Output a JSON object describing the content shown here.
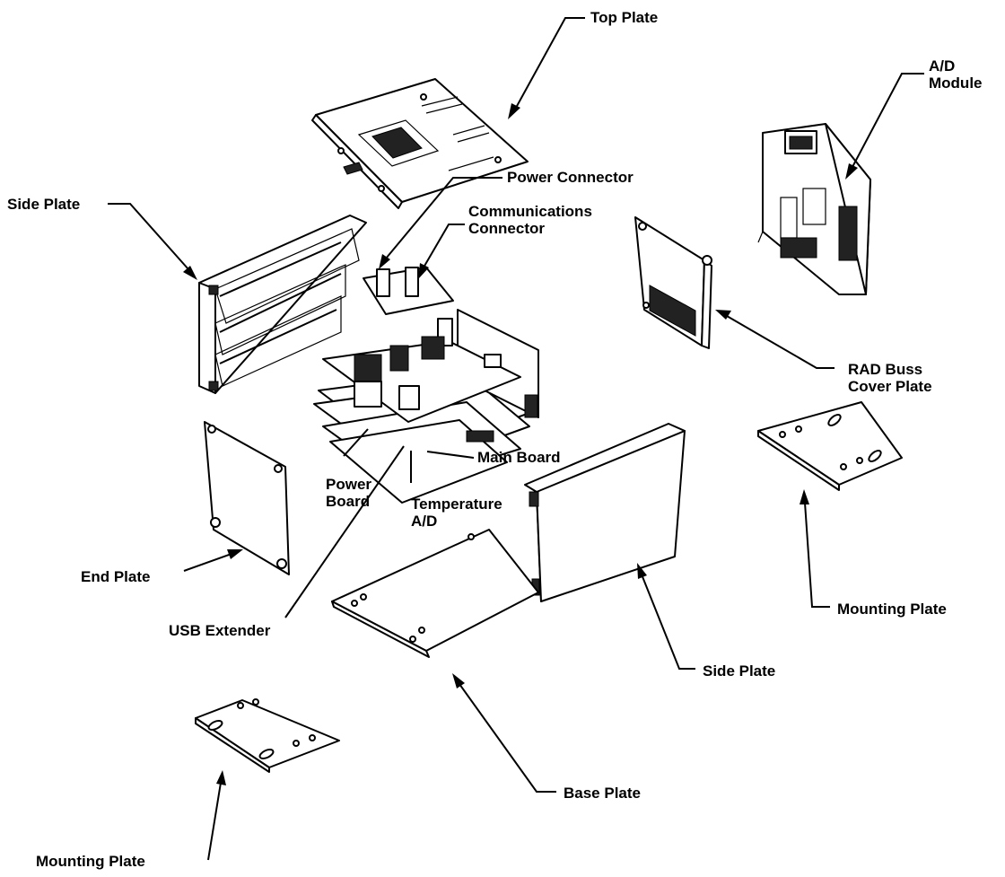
{
  "labels": {
    "top_plate": "Top Plate",
    "ad_module": "A/D\nModule",
    "power_connector": "Power Connector",
    "communications_connector": "Communications\nConnector",
    "side_plate_left": "Side Plate",
    "rad_buss_cover_plate": "RAD Buss\nCover Plate",
    "main_board": "Main Board",
    "power_board": "Power\nBoard",
    "temperature_ad": "Temperature\nA/D",
    "end_plate": "End Plate",
    "usb_extender": "USB Extender",
    "mounting_plate_right": "Mounting Plate",
    "side_plate_right": "Side Plate",
    "base_plate": "Base Plate",
    "mounting_plate_bottom": "Mounting Plate"
  }
}
